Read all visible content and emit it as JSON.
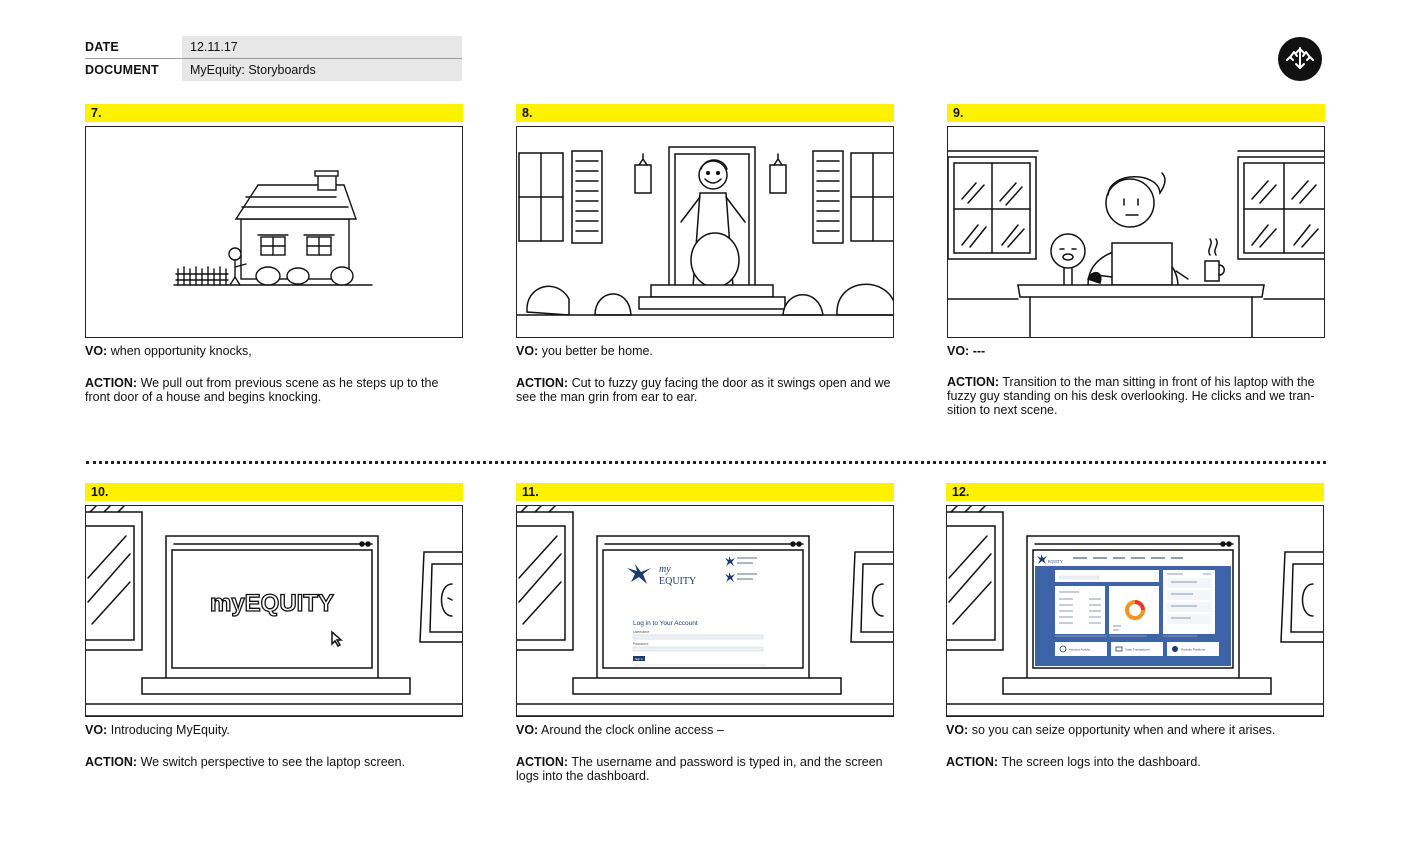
{
  "header": {
    "date_label": "DATE",
    "date_value": "12.11.17",
    "document_label": "DOCUMENT",
    "document_value": "MyEquity: Storyboards"
  },
  "vo_label": "VO:",
  "action_label": "ACTION:",
  "panels": [
    {
      "num": "7.",
      "vo": "when opportunity knocks,",
      "action": "We pull out from previous scene as he steps up to the front door of a house and begins knocking."
    },
    {
      "num": "8.",
      "vo": "you better be home.",
      "action": "Cut to fuzzy guy facing the door as it swings open and we see the man grin from ear to ear."
    },
    {
      "num": "9.",
      "vo": "---",
      "action": "Transition to the man sitting in front of his laptop with the fuzzy guy standing on his desk overlooking. He clicks and we tran-sition to next scene."
    },
    {
      "num": "10.",
      "vo": "Introducing MyEquity.",
      "action": "We switch perspective to see the laptop screen."
    },
    {
      "num": "11.",
      "vo": "Around the clock online access –",
      "action": "The username and password is typed in, and the screen logs into the dashboard."
    },
    {
      "num": "12.",
      "vo": "so you can seize opportunity when and where it arises.",
      "action": "The screen logs into the dashboard."
    }
  ],
  "screen10": {
    "brand": "myEQUITY"
  },
  "screen11": {
    "logo_my": "my",
    "logo_equity": "EQUITY",
    "title": "Log in to Your Account",
    "username_label": "Username",
    "password_label": "Password",
    "button": "Sign In"
  },
  "screen12": {
    "brand": "EQUITY",
    "btn1": "Account Activity",
    "btn2": "Cash Transactions",
    "btn3": "Portfolio Positions"
  },
  "colors": {
    "highlight": "#fff200",
    "navy": "#1d3a6b",
    "donut_orange": "#f29423",
    "donut_red": "#e63a2e"
  }
}
